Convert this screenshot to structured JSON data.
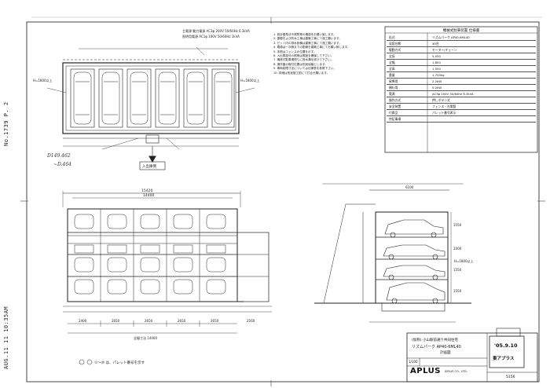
{
  "sheet": {
    "side_number": "No.1739 P. 2",
    "fax_header": "AUG.11 11 10:35AM"
  },
  "plan": {
    "power_note_lines": [
      "主電源 動力電源 AC3φ 200V 50/60Hz 6.3kVA",
      "照明用電源 AC1φ 100V 50/60Hz 1kVA"
    ],
    "handwritten": [
      "D149.462",
      "~D.464"
    ],
    "entrance_label": "入出庫側",
    "left_h_note": "H=1800以上",
    "right_h_note": "H=1800以上"
  },
  "elevation": {
    "overall_dim": "15420",
    "mid_dim": "14400",
    "bottom_dims": [
      "2400",
      "2650",
      "2650",
      "2650",
      "2650",
      "2500"
    ],
    "bottom_total": "全幅寸法 14400",
    "note_label": "①〜⑳ は、パレット番号を示す"
  },
  "section": {
    "height_dims": [
      "1550",
      "2000",
      "1550",
      "1550"
    ],
    "depth_dim": "6100",
    "h_note": "H=1800以上"
  },
  "notes": [
    "1. 設計基準法令規則等の確認をお願い致します。",
    "2. 基礎および防水工事は建築工事にて施工願います。",
    "3. ピット内の排水設備は建築工事にて施工願います。",
    "4. 電源は一次側までの配線を建築工事にてお願い致します。",
    "5. 本図はフェンスの位置を示す。",
    "6. 入出庫部分の照明は照度を確保して下さい。",
    "7. 機械式駐車場周りに排水溝を設けて下さい。",
    "8. 操作盤の取付位置は別途協議とします。",
    "9. 車両制限寸法については仕様表を参照下さい。",
    "10. 詳細は別途施工図にて打合せ願います。"
  ],
  "spec_table": {
    "title": "機械式駐車装置 仕様書",
    "rows": [
      {
        "k": "形式",
        "v": "リズムパーク AP40-6ML40"
      },
      {
        "k": "収容台数",
        "v": "40台"
      },
      {
        "k": "駆動方式",
        "v": "モーター/チェーン"
      },
      {
        "k": "全長",
        "v": "5,050"
      },
      {
        "k": "全幅",
        "v": "1,850"
      },
      {
        "k": "全高",
        "v": "1,550"
      },
      {
        "k": "重量",
        "v": "1,700kg"
      },
      {
        "k": "昇降用",
        "v": "2.2kW"
      },
      {
        "k": "横行用",
        "v": "0.2kW"
      },
      {
        "k": "電源",
        "v": "AC3φ 200V 50/60Hz 6.3kVA"
      },
      {
        "k": "操作方式",
        "v": "押しボタン式"
      },
      {
        "k": "安全装置",
        "v": "フェンス・光電管"
      },
      {
        "k": "付属品",
        "v": "パレット番号表示"
      },
      {
        "k": "特記事項",
        "v": ""
      }
    ]
  },
  "title_block": {
    "project": "(仮称) 小山駅前通り共同住宅",
    "product": "リズムパーク AP40-6ML40",
    "drawing": "計画図",
    "scale": "1/100",
    "company": "APLUS",
    "company_full": "APLUS CO., LTD.",
    "stamp_date": "'05.9.10",
    "stamp_name": "東アプラス",
    "drawing_no": "5156"
  }
}
